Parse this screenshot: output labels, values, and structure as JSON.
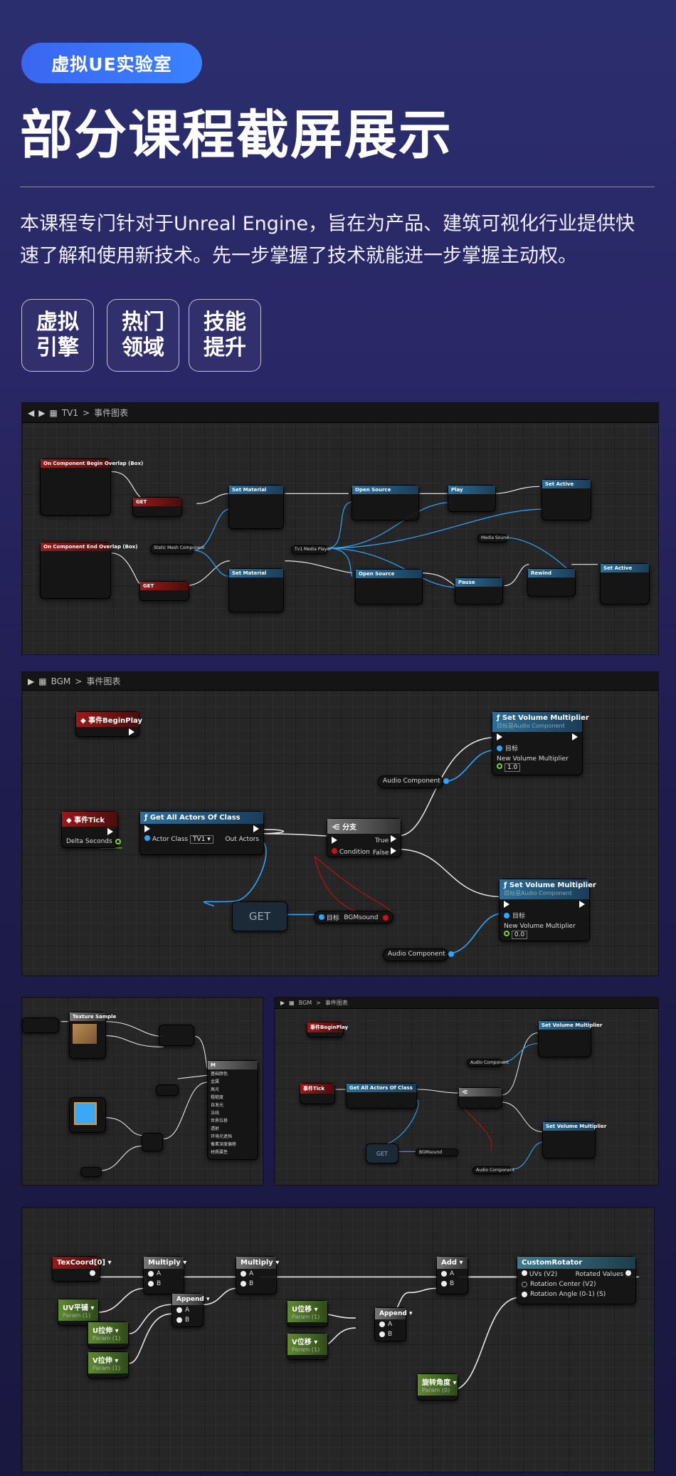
{
  "badge": "虚拟UE实验室",
  "title": "部分课程截屏展示",
  "description_line1": "本课程专门针对于Unreal Engine，旨在为产品、建筑可视化行业提供快",
  "description_line2": "速了解和使用新技术。先一步掌握了技术就能进一步掌握主动权。",
  "pills": [
    "虚拟\n引擎",
    "热门\n领域",
    "技能\n提升"
  ],
  "panel1": {
    "breadcrumb_root": "TV1",
    "breadcrumb_leaf": "事件图表",
    "nodes": {
      "begin_overlap": "On Component Begin Overlap (Box)",
      "end_overlap": "On Component End Overlap (Box)",
      "get1": "GET",
      "get2": "GET",
      "set_material1": "Set Material",
      "set_material2": "Set Material",
      "static_mesh": "Static Mesh Component",
      "open_source1": "Open Source",
      "open_source2": "Open Source",
      "play": "Play",
      "pause": "Pause",
      "set_active1": "Set Active",
      "set_active2": "Set Active",
      "rewind": "Rewind",
      "media_sound": "Media Sound",
      "tv_media_player": "Tv1 Media Player"
    }
  },
  "panel2": {
    "breadcrumb_root": "BGM",
    "breadcrumb_leaf": "事件图表",
    "event_begin": "事件BeginPlay",
    "event_tick": "事件Tick",
    "delta_seconds": "Delta Seconds",
    "get_all_actors": "Get All Actors Of Class",
    "actor_class_label": "Actor Class",
    "actor_class_value": "TV1 ▾",
    "out_actors": "Out Actors",
    "branch": "分支",
    "condition": "Condition",
    "true_label": "True",
    "false_label": "False",
    "set_volume_title": "Set Volume Multiplier",
    "set_volume_subtitle": "目标是Audio Component",
    "target_label": "目标",
    "new_volume_label": "New Volume Multiplier",
    "volume_top_value": "1.0",
    "volume_bottom_value": "0.0",
    "audio_component": "Audio Component",
    "get_label": "GET",
    "bgm_target": "目标",
    "bgm_sound": "BGMsound"
  },
  "panel3": {
    "texture_node": "Texture Sample",
    "menu_items": [
      "基础颜色",
      "金属",
      "高光",
      "粗糙度",
      "自发光",
      "法线",
      "世界位移",
      "透射",
      "环境光遮挡",
      "像素深度偏移",
      "材质属性"
    ]
  },
  "panel4": {
    "breadcrumb_root": "BGM",
    "breadcrumb_leaf": "事件图表",
    "event_begin": "事件BeginPlay",
    "event_tick": "事件Tick",
    "get_all_actors": "Get All Actors Of Class",
    "set_volume_title": "Set Volume Multiplier",
    "audio_component": "Audio Component",
    "get_label": "GET",
    "bgm_sound": "BGMsound"
  },
  "panel5": {
    "texcoord": "TexCoord[0]",
    "multiply1": "Multiply",
    "multiply2": "Multiply",
    "add": "Add",
    "append1": "Append",
    "append2": "Append",
    "uv_scale": "UV平铺",
    "u_scale": "U拉伸",
    "v_scale": "V拉伸",
    "u_offset": "U位移",
    "v_offset": "V位移",
    "rotation_angle": "旋转角度",
    "param_sub1": "Param (1)",
    "param_sub0": "Param (0)",
    "custom_rotator": "CustomRotator",
    "uvs": "UVs (V2)",
    "rotation_center": "Rotation Center (V2)",
    "rotation_angle_pin": "Rotation Angle (0-1) (S)",
    "rotated_values": "Rotated Values",
    "a": "A",
    "b": "B"
  }
}
